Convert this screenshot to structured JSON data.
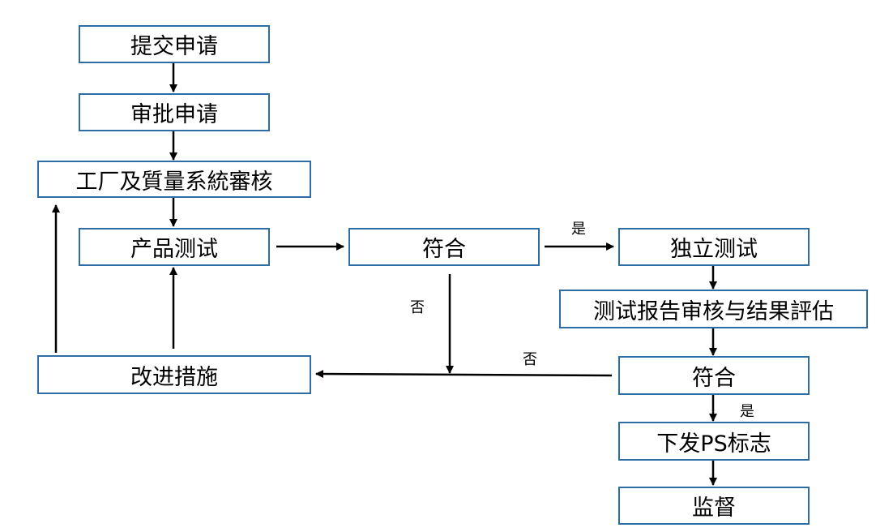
{
  "nodes": {
    "submit": "提交申请",
    "approve": "审批申请",
    "factory_audit": "工厂及質量系統審核",
    "product_test": "产品测试",
    "conform1": "符合",
    "independent_test": "独立测试",
    "report_review": "测试报告审核与结果評估",
    "improve": "改进措施",
    "conform2": "符合",
    "issue_mark": "下发PS标志",
    "supervise": "监督"
  },
  "labels": {
    "yes1": "是",
    "no1": "否",
    "no2": "否",
    "yes2": "是"
  },
  "colors": {
    "box_border": "#2e6da4",
    "arrow": "#000000"
  }
}
